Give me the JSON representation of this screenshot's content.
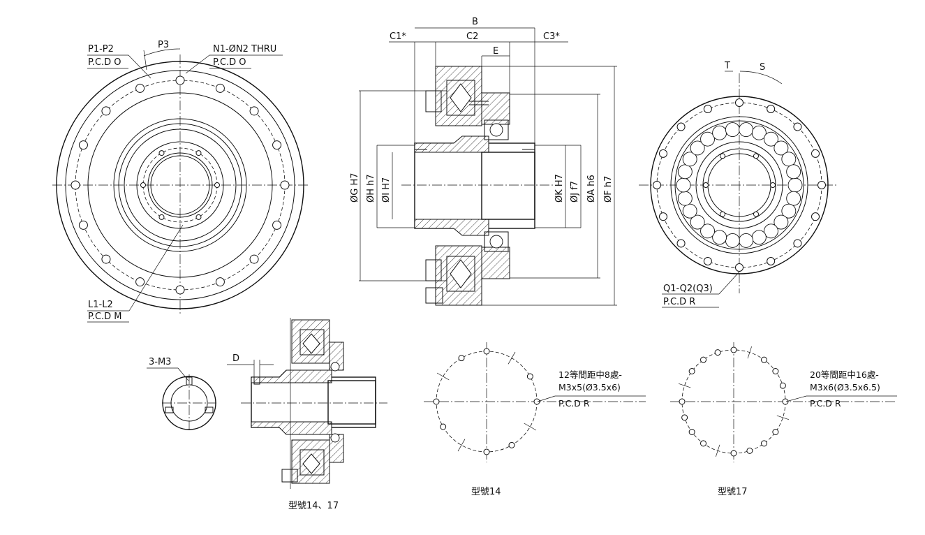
{
  "front_view": {
    "label_p1p2": "P1-P2",
    "label_pcd_o_left": "P.C.D O",
    "label_p3": "P3",
    "label_n1n2": "N1-ØN2 THRU",
    "label_pcd_o_right": "P.C.D O",
    "label_l1l2": "L1-L2",
    "label_pcd_m": "P.C.D M"
  },
  "section_view": {
    "label_b": "B",
    "label_c1": "C1*",
    "label_c2": "C2",
    "label_c3": "C3*",
    "label_e": "E",
    "label_g": "ØG H7",
    "label_h": "ØH h7",
    "label_i": "ØI H7",
    "label_k": "ØK H7",
    "label_j": "ØJ f7",
    "label_a": "ØA h6",
    "label_f": "ØF h7"
  },
  "rear_view": {
    "label_t": "T",
    "label_s": "S",
    "label_q": "Q1-Q2(Q3)",
    "label_pcd_r": "P.C.D R"
  },
  "small_views": {
    "label_3m3": "3-M3",
    "label_d": "D",
    "caption_section": "型號14、17"
  },
  "pattern_14": {
    "note_line1": "12等間距中8處-",
    "note_line2": "M3x5(Ø3.5x6)",
    "pcd": "P.C.D R",
    "caption": "型號14"
  },
  "pattern_17": {
    "note_line1": "20等間距中16處-",
    "note_line2": "M3x6(Ø3.5x6.5)",
    "pcd": "P.C.D R",
    "caption": "型號17"
  }
}
